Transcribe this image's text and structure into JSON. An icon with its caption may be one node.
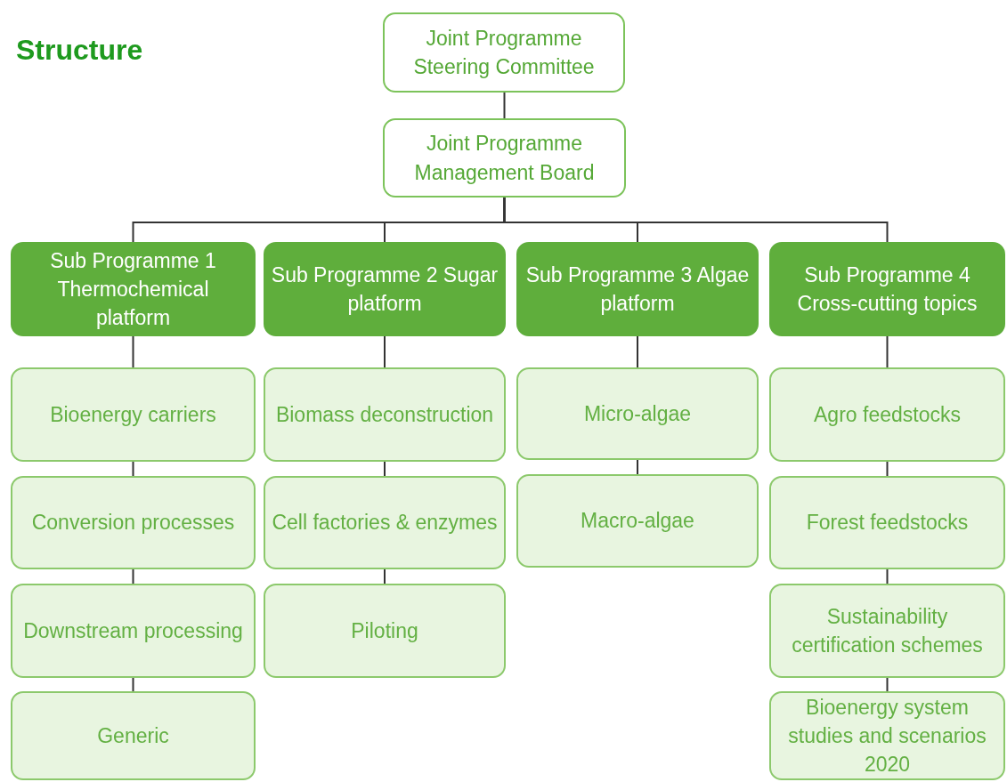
{
  "diagram": {
    "title": "Structure",
    "nodes": [
      {
        "text": [
          "Joint Programme Steering Committee"
        ]
      },
      {
        "text": [
          "Joint Programme Management Board"
        ]
      },
      {
        "text": [
          "Sub Programme 1 Thermochemical platform"
        ]
      },
      {
        "text": [
          "Sub Programme 2 Sugar platform"
        ]
      },
      {
        "text": [
          "Sub Programme 3 Algae platform"
        ]
      },
      {
        "text": [
          "Sub Programme 4 Cross-cutting topics"
        ]
      },
      {
        "text": [
          "Bioenergy carriers"
        ]
      },
      {
        "text": [
          "Conversion processes"
        ]
      },
      {
        "text": [
          "Downstream processing"
        ]
      },
      {
        "text": [
          "Generic"
        ]
      },
      {
        "text": [
          "Biomass deconstruction"
        ]
      },
      {
        "text": [
          "Cell factories & enzymes"
        ]
      },
      {
        "text": [
          "Piloting"
        ]
      },
      {
        "text": [
          "Micro-algae"
        ]
      },
      {
        "text": [
          "Macro-algae"
        ]
      },
      {
        "text": [
          "Agro feedstocks"
        ]
      },
      {
        "text": [
          "Forest feedstocks"
        ]
      },
      {
        "text": [
          "Sustainability certification schemes"
        ]
      },
      {
        "text": [
          "Bioenergy system studies and scenarios 2020"
        ]
      }
    ],
    "edges": [
      {
        "from": 0,
        "to": 1,
        "arrow": "none"
      },
      {
        "from": 1,
        "to": 2,
        "arrow": "none"
      },
      {
        "from": 1,
        "to": 3,
        "arrow": "none"
      },
      {
        "from": 1,
        "to": 4,
        "arrow": "none"
      },
      {
        "from": 1,
        "to": 5,
        "arrow": "none"
      },
      {
        "from": 2,
        "to": 6,
        "arrow": "none"
      },
      {
        "from": 6,
        "to": 7,
        "arrow": "none"
      },
      {
        "from": 7,
        "to": 8,
        "arrow": "none"
      },
      {
        "from": 8,
        "to": 9,
        "arrow": "none"
      },
      {
        "from": 3,
        "to": 10,
        "arrow": "none"
      },
      {
        "from": 10,
        "to": 11,
        "arrow": "none"
      },
      {
        "from": 11,
        "to": 12,
        "arrow": "none"
      },
      {
        "from": 4,
        "to": 13,
        "arrow": "none"
      },
      {
        "from": 13,
        "to": 14,
        "arrow": "none"
      },
      {
        "from": 5,
        "to": 15,
        "arrow": "none"
      },
      {
        "from": 15,
        "to": 16,
        "arrow": "none"
      },
      {
        "from": 16,
        "to": 17,
        "arrow": "none"
      },
      {
        "from": 17,
        "to": 18,
        "arrow": "none"
      }
    ]
  }
}
